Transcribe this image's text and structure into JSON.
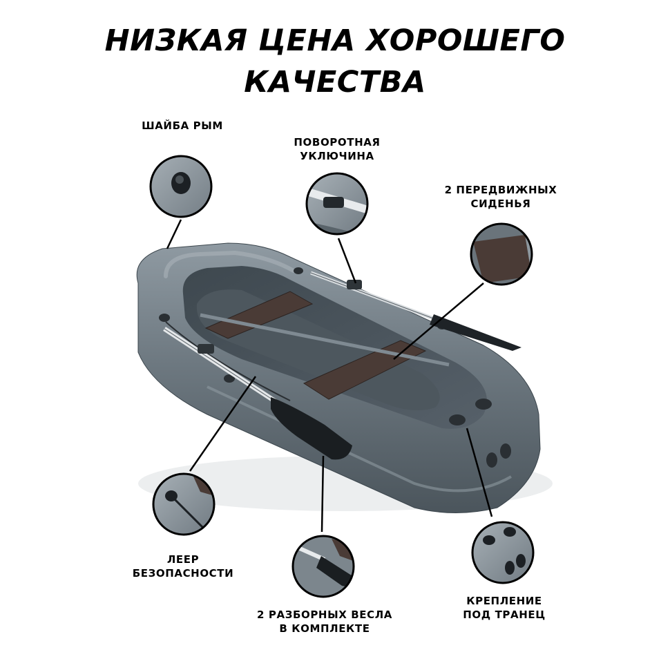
{
  "title": {
    "line1": "НИЗКАЯ ЦЕНА ХОРОШЕГО",
    "line2": "КАЧЕСТВА"
  },
  "callouts": [
    {
      "id": "washer",
      "lines": [
        "ШАЙБА РЫМ"
      ]
    },
    {
      "id": "oarlock",
      "lines": [
        "ПОВОРОТНАЯ",
        "УКЛЮЧИНА"
      ]
    },
    {
      "id": "seats",
      "lines": [
        "2 ПЕРЕДВИЖНЫХ",
        "СИДЕНЬЯ"
      ]
    },
    {
      "id": "rope",
      "lines": [
        "ЛЕЕР",
        "БЕЗОПАСНОСТИ"
      ]
    },
    {
      "id": "oars",
      "lines": [
        "2 РАЗБОРНЫХ ВЕСЛА",
        "В КОМПЛЕКТЕ"
      ]
    },
    {
      "id": "transom",
      "lines": [
        "КРЕПЛЕНИЕ",
        "ПОД ТРАНЕЦ"
      ]
    }
  ],
  "colors": {
    "hull": "#6f7a82",
    "hull_light": "#9aa4ab",
    "hull_dark": "#3f4a52",
    "floor": "#4e585f",
    "seat": "#4a3b36",
    "outline": "#000000"
  }
}
